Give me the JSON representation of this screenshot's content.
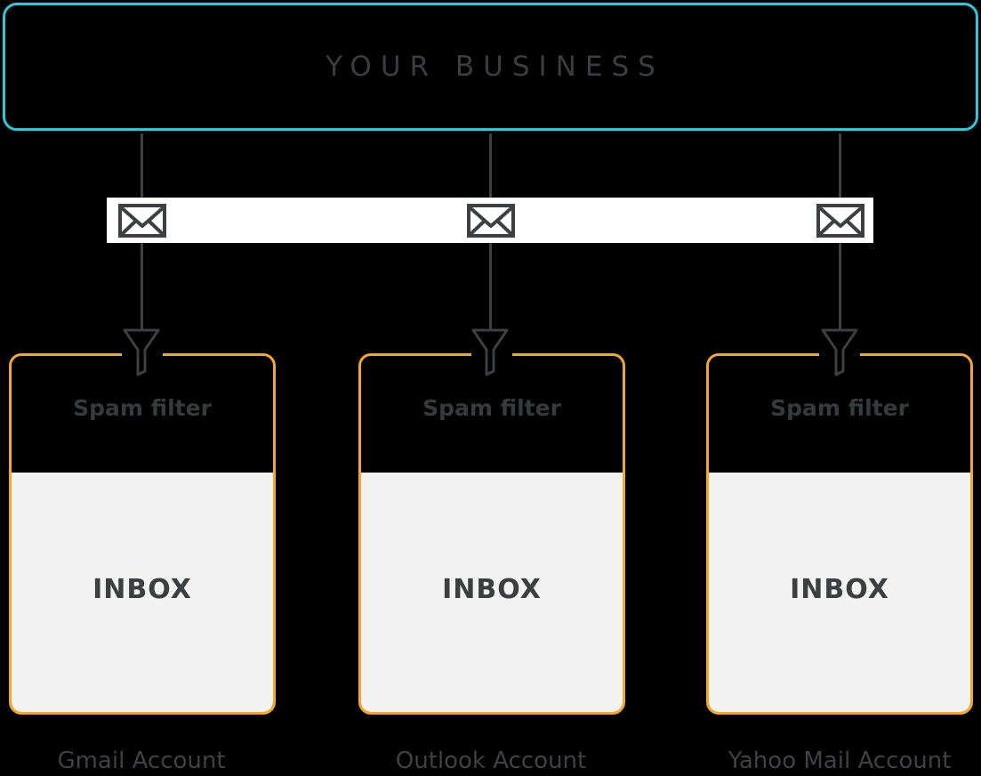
{
  "diagram": {
    "title": "YOUR BUSINESS",
    "mail_bar": {
      "icon": "envelope-icon",
      "envelope_count": 3
    },
    "accounts": [
      {
        "id": "gmail",
        "filter_label": "Spam filter",
        "filter_icon": "funnel-icon",
        "inbox_label": "INBOX",
        "caption": "Gmail Account"
      },
      {
        "id": "outlook",
        "filter_label": "Spam filter",
        "filter_icon": "funnel-icon",
        "inbox_label": "INBOX",
        "caption": "Outlook Account"
      },
      {
        "id": "yahoo",
        "filter_label": "Spam filter",
        "filter_icon": "funnel-icon",
        "inbox_label": "INBOX",
        "caption": "Yahoo Mail Account"
      }
    ],
    "colors": {
      "background": "#000000",
      "business_border": "#2bc9d9",
      "card_border": "#f4a828",
      "mail_bar": "#ffffff",
      "inbox_panel": "#f2f2f0",
      "text_dark": "#343b3e",
      "connector": "#3b4144"
    }
  }
}
